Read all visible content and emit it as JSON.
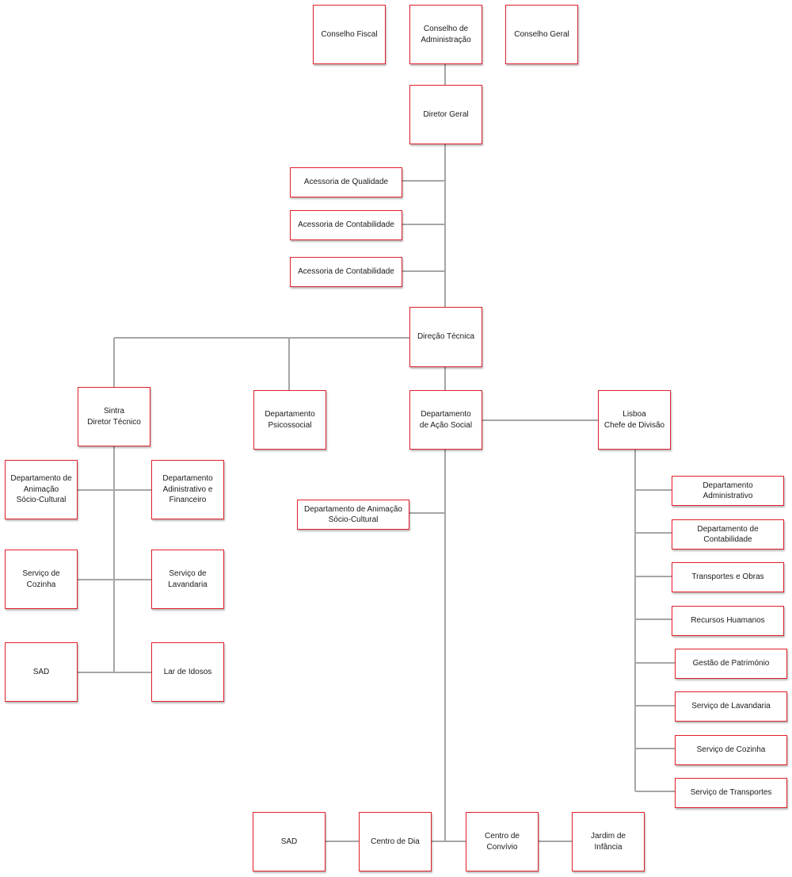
{
  "theme": {
    "border_color": "#e0202a",
    "connector_color": "#a6a6a6"
  },
  "nodes": {
    "conselho_fiscal": {
      "lines": [
        "Conselho Fiscal"
      ]
    },
    "conselho_admin": {
      "lines": [
        "Conselho de",
        "Administração"
      ]
    },
    "conselho_geral": {
      "lines": [
        "Conselho Geral"
      ]
    },
    "diretor_geral": {
      "lines": [
        "Diretor Geral"
      ]
    },
    "acess_qualidade": {
      "lines": [
        "Acessoria de Qualidade"
      ]
    },
    "acess_contab_1": {
      "lines": [
        "Acessoria de Contabilidade"
      ]
    },
    "acess_contab_2": {
      "lines": [
        "Acessoria de Contabilidade"
      ]
    },
    "direcao_tecnica": {
      "lines": [
        "Direção Técnica"
      ]
    },
    "sintra": {
      "lines": [
        "Sintra",
        "Diretor Técnico"
      ]
    },
    "dep_psicossocial": {
      "lines": [
        "Departamento",
        "Psicossocial"
      ]
    },
    "dep_acao_social": {
      "lines": [
        "Departamento",
        "de Ação Social"
      ]
    },
    "lisboa": {
      "lines": [
        "Lisboa",
        "Chefe de Divisão"
      ]
    },
    "s_dep_animacao": {
      "lines": [
        "Departamento de",
        "Animação",
        "Sócio-Cultural"
      ]
    },
    "s_dep_admin_fin": {
      "lines": [
        "Departamento",
        "Adinistrativo e",
        "Financeiro"
      ]
    },
    "s_serv_cozinha": {
      "lines": [
        "Serviço de",
        "Cozinha"
      ]
    },
    "s_serv_lavandaria": {
      "lines": [
        "Serviço de",
        "Lavandaria"
      ]
    },
    "s_sad": {
      "lines": [
        "SAD"
      ]
    },
    "s_lar_idosos": {
      "lines": [
        "Lar de Idosos"
      ]
    },
    "a_dep_animacao": {
      "lines": [
        "Departamento de Animação",
        "Sócio-Cultural"
      ]
    },
    "a_sad": {
      "lines": [
        "SAD"
      ]
    },
    "a_centro_dia": {
      "lines": [
        "Centro de Dia"
      ]
    },
    "a_centro_convivio": {
      "lines": [
        "Centro de",
        "Convívio"
      ]
    },
    "a_jardim": {
      "lines": [
        "Jardim de",
        "Infância"
      ]
    },
    "l_dep_admin": {
      "lines": [
        "Departamento",
        "Administrativo"
      ]
    },
    "l_dep_contab": {
      "lines": [
        "Departamento de",
        "Contabilidade"
      ]
    },
    "l_transportes": {
      "lines": [
        "Transportes e Obras"
      ]
    },
    "l_recursos": {
      "lines": [
        "Recursos Huamanos"
      ]
    },
    "l_patrimonio": {
      "lines": [
        "Gestão de Património"
      ]
    },
    "l_lavandaria": {
      "lines": [
        "Serviço de Lavandaria"
      ]
    },
    "l_cozinha": {
      "lines": [
        "Serviço de Cozinha"
      ]
    },
    "l_transp_serv": {
      "lines": [
        "Serviço de Transportes"
      ]
    }
  }
}
